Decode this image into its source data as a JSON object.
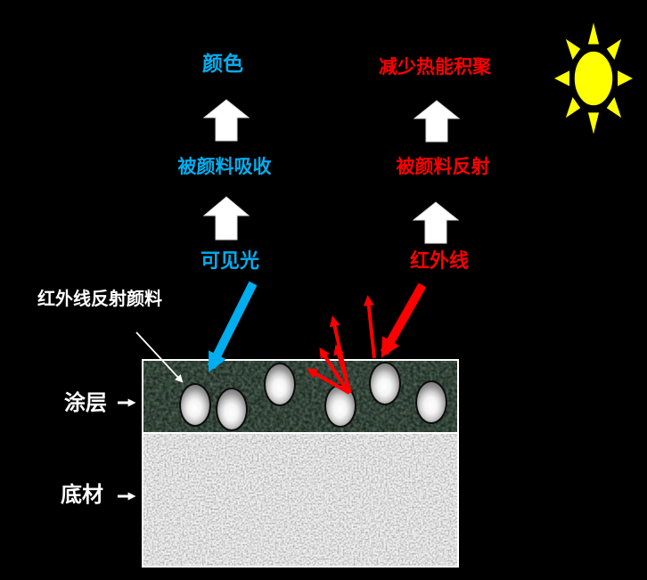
{
  "canvas": {
    "background": "#000000"
  },
  "sun": {
    "fill": "#FFFF00",
    "outline": "#000000"
  },
  "flows": [
    {
      "id": "visible-light",
      "color": "#00AEEF",
      "source": "可见光",
      "process": "被颜料吸收",
      "result": "颜色"
    },
    {
      "id": "infrared",
      "color": "#FF0000",
      "source": "红外线",
      "process": "被颜料反射",
      "result": "减少热能积聚"
    }
  ],
  "pigment_annotation": "红外线反射颜料",
  "layers": {
    "coating": {
      "label": "涂层",
      "border_color": "#FFFFFF",
      "base_color": "#13211a"
    },
    "substrate": {
      "label": "底材",
      "border_color": "#FFFFFF",
      "base_color": "#b5b5b5"
    }
  },
  "particles": {
    "count": 6,
    "fill": "#FFFFFF",
    "rim": "#111111"
  },
  "pointer_arrow_color": "#FFFFFF",
  "block_arrow_color": "#FFFFFF"
}
